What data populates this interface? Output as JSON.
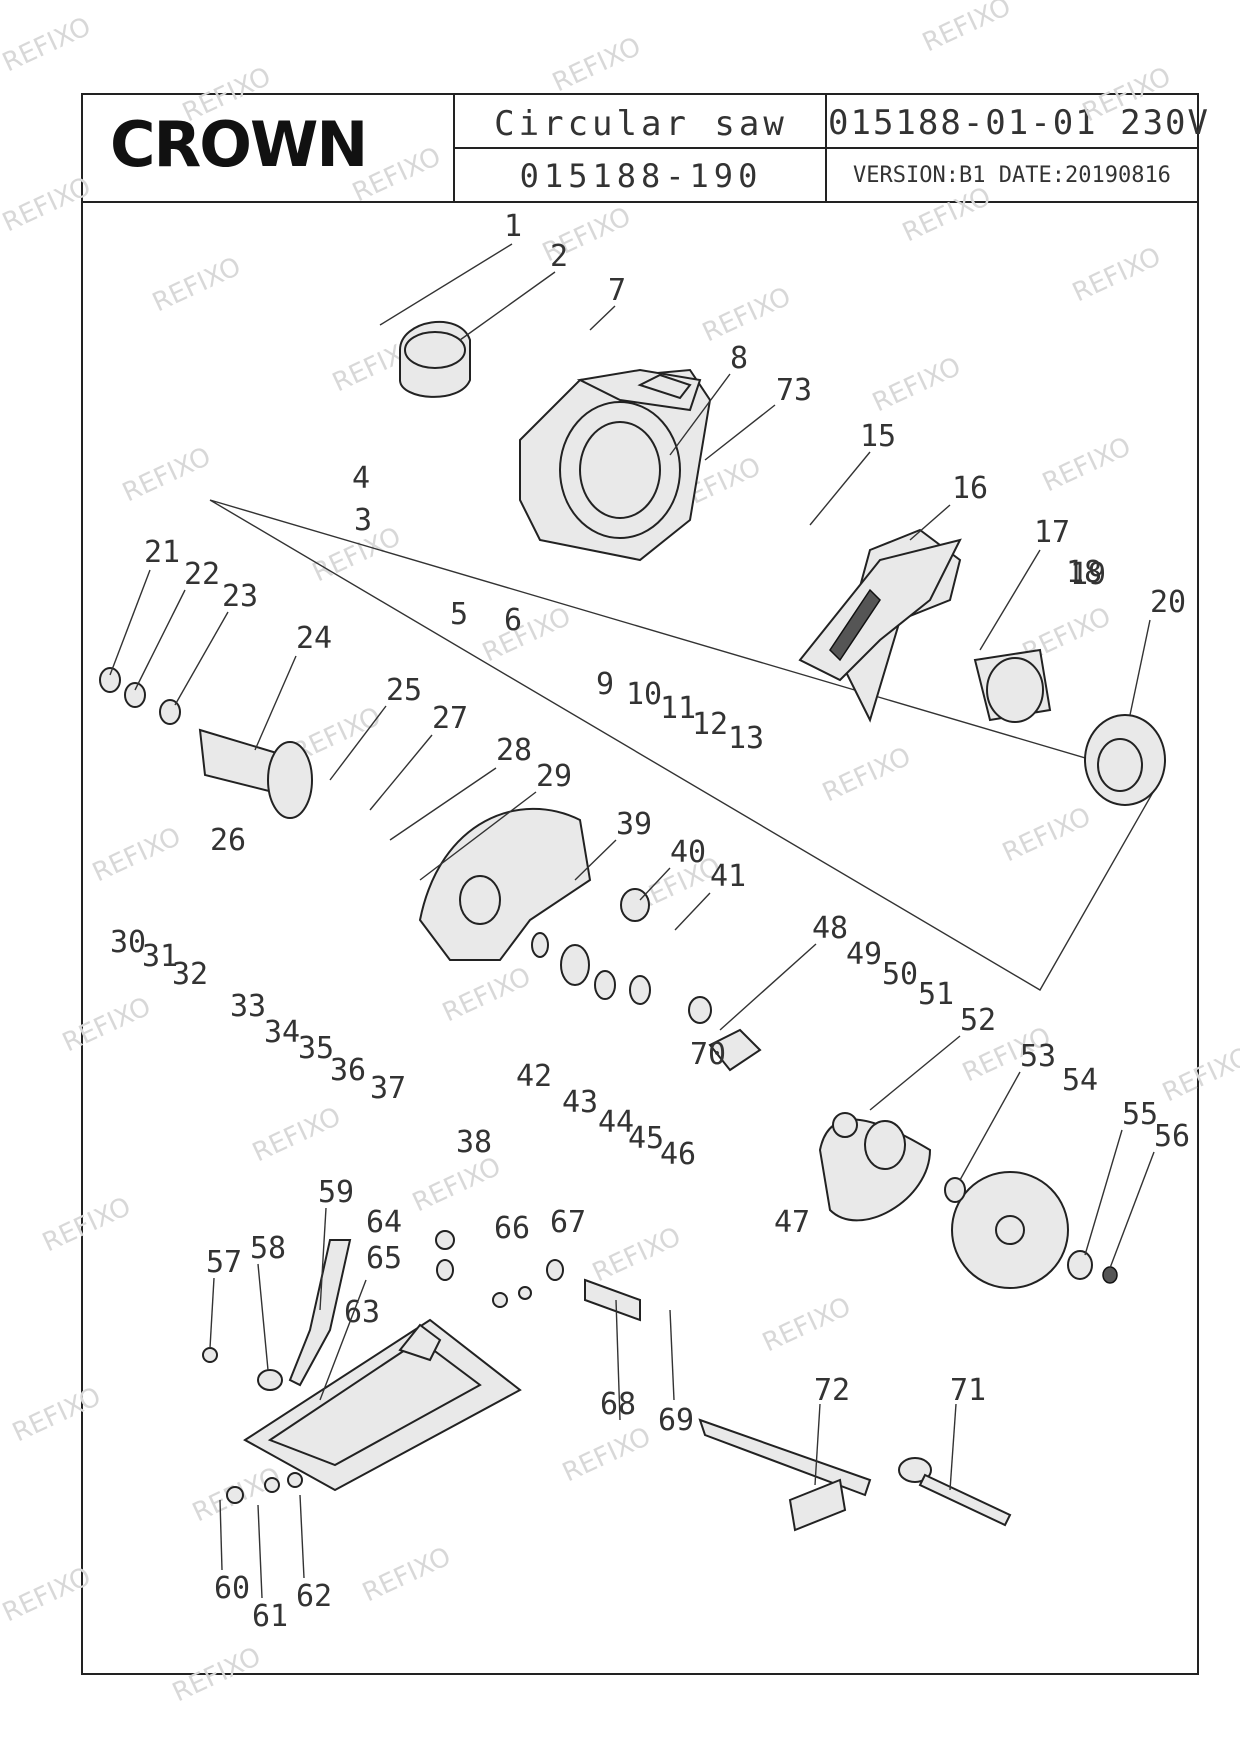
{
  "header": {
    "brand": "CROWN",
    "title": "Circular saw",
    "model": "015188-190",
    "code": "015188-01-01 230V",
    "version": "VERSION:B1 DATE:20190816"
  },
  "watermark": "REFIXO",
  "parts": [
    "1",
    "2",
    "3",
    "4",
    "5",
    "6",
    "7",
    "8",
    "9",
    "10",
    "11",
    "12",
    "13",
    "15",
    "16",
    "17",
    "18",
    "19",
    "20",
    "21",
    "22",
    "23",
    "24",
    "25",
    "26",
    "27",
    "28",
    "29",
    "30",
    "31",
    "32",
    "33",
    "34",
    "35",
    "36",
    "37",
    "38",
    "39",
    "40",
    "41",
    "42",
    "43",
    "44",
    "45",
    "46",
    "47",
    "48",
    "49",
    "50",
    "51",
    "52",
    "53",
    "54",
    "55",
    "56",
    "57",
    "58",
    "59",
    "60",
    "61",
    "62",
    "63",
    "64",
    "65",
    "66",
    "67",
    "68",
    "69",
    "70",
    "71",
    "72",
    "73"
  ]
}
